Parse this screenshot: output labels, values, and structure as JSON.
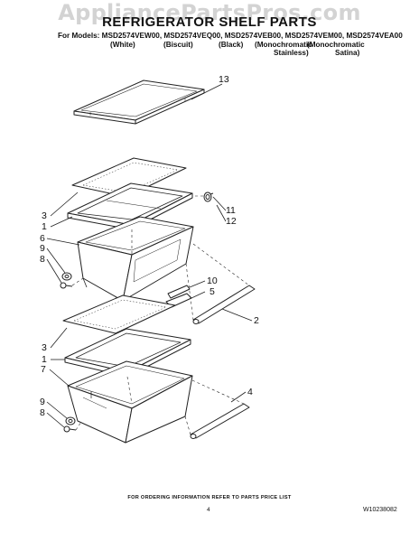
{
  "watermark": "AppliancePartsPros.com",
  "header": {
    "title": "REFRIGERATOR SHELF PARTS",
    "models_line": "For Models: MSD2574VEW00, MSD2574VEQ00, MSD2574VEB00, MSD2574VEM00, MSD2574VEA00",
    "colors": [
      "(White)",
      "(Biscuit)",
      "(Black)",
      "(Monochromatic",
      "(Monochromatic"
    ],
    "colors_line2": [
      "Stainless)",
      "Satina)"
    ]
  },
  "callouts": {
    "c13": "13",
    "c3a": "3",
    "c1a": "1",
    "c6": "6",
    "c9a": "9",
    "c8a": "8",
    "c11": "11",
    "c12": "12",
    "c10": "10",
    "c5": "5",
    "c2": "2",
    "c3b": "3",
    "c1b": "1",
    "c7": "7",
    "c4": "4",
    "c9b": "9",
    "c8b": "8"
  },
  "footer": {
    "ordering_note": "FOR ORDERING INFORMATION REFER TO PARTS PRICE LIST",
    "page_number": "4",
    "document_id": "W10238082"
  }
}
